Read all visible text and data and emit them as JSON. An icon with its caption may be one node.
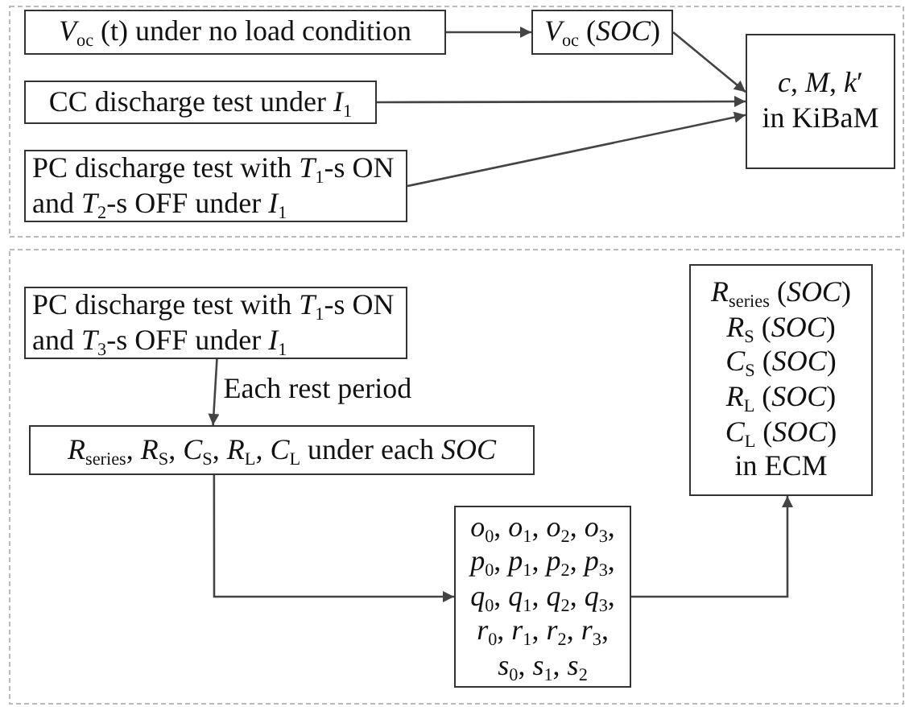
{
  "diagram": {
    "nodes": [
      {
        "text": [
          "*V*$_{oc}$ (t) under no load condition"
        ]
      },
      {
        "text": [
          "*V*$_{oc}$ (*SOC*)"
        ]
      },
      {
        "text": [
          "CC discharge test under *I*$_{1}$"
        ]
      },
      {
        "text": [
          "PC discharge test with *T*$_{1}$-s ON and *T*$_{2}$-s OFF under *I*$_{1}$"
        ]
      },
      {
        "text": [
          "*c*, *M*, *k*′",
          "in KiBaM"
        ]
      },
      {
        "text": [
          "PC discharge test with *T*$_{1}$-s ON and *T*$_{3}$-s OFF under *I*$_{1}$"
        ]
      },
      {
        "text": [
          "*R*$_{series}$, *R*$_{S}$, *C*$_{S}$, *R*$_{L}$, *C*$_{L}$ under each *SOC*"
        ]
      },
      {
        "text": [
          "*o*$_{0}$, *o*$_{1}$, *o*$_{2}$, *o*$_{3}$, *p*$_{0}$, *p*$_{1}$, *p*$_{2}$, *p*$_{3}$, *q*$_{0}$, *q*$_{1}$, *q*$_{2}$, *q*$_{3}$, *r*$_{0}$, *r*$_{1}$, *r*$_{2}$, *r*$_{3}$, *s*$_{0}$, *s*$_{1}$, *s*$_{2}$"
        ]
      },
      {
        "text": [
          "*R*$_{series}$ (*SOC*)",
          "*R*$_{S}$ (*SOC*)",
          "*C*$_{S}$ (*SOC*)",
          "*R*$_{L}$ (*SOC*)",
          "*C*$_{L}$ (*SOC*)",
          "in ECM"
        ]
      }
    ],
    "edges": [
      {
        "from": 0,
        "to": 1,
        "arrow": "to"
      },
      {
        "from": 1,
        "to": 4,
        "arrow": "to"
      },
      {
        "from": 2,
        "to": 4,
        "arrow": "to"
      },
      {
        "from": 3,
        "to": 4,
        "arrow": "to"
      },
      {
        "from": 5,
        "to": 6,
        "arrow": "to",
        "label": "Each rest period"
      },
      {
        "from": 6,
        "to": 7,
        "arrow": "to"
      },
      {
        "from": 7,
        "to": 8,
        "arrow": "to"
      }
    ]
  }
}
